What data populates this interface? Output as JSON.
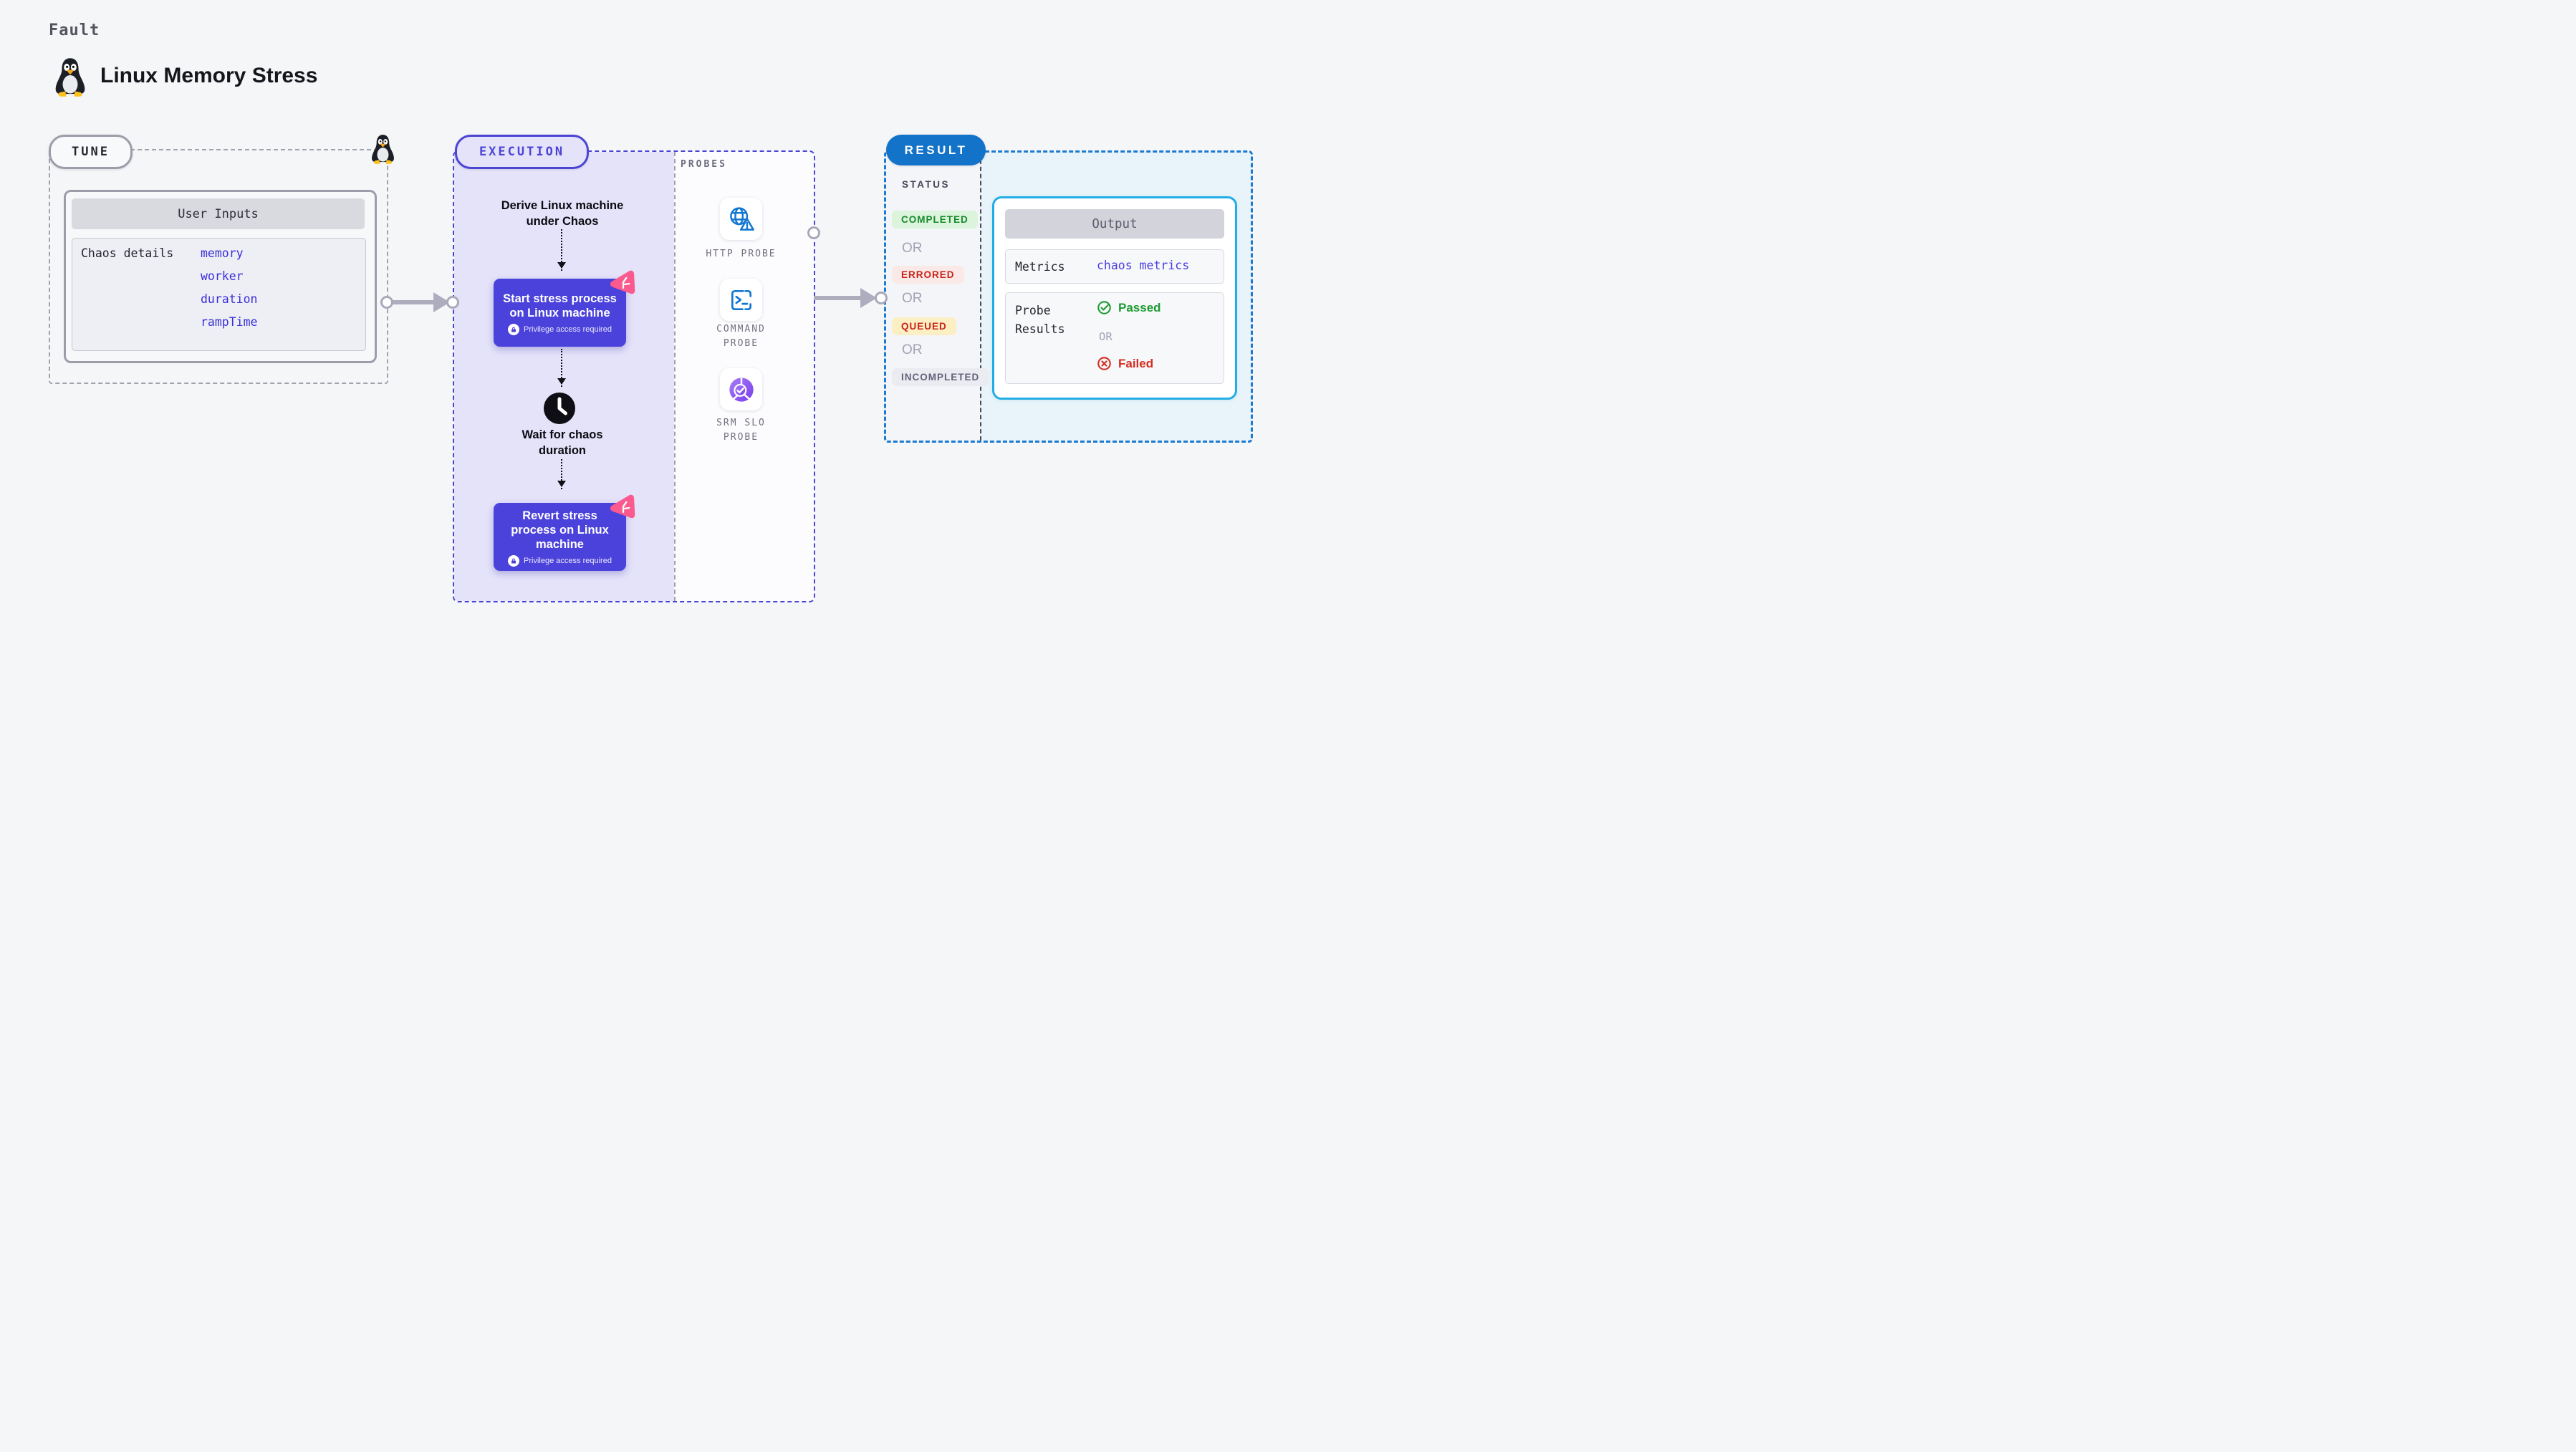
{
  "header": {
    "kicker": "Fault",
    "title": "Linux Memory Stress"
  },
  "tune": {
    "badge": "TUNE",
    "user_inputs": {
      "header": "User Inputs",
      "row_label": "Chaos details",
      "values": [
        "memory",
        "worker",
        "duration",
        "rampTime"
      ]
    }
  },
  "execution": {
    "badge": "EXECUTION",
    "derive_label": "Derive Linux machine under Chaos",
    "start_node": {
      "label": "Start stress process on Linux machine",
      "privilege": "Privilege access required"
    },
    "wait_label": "Wait for chaos duration",
    "revert_node": {
      "label": "Revert stress process on Linux machine",
      "privilege": "Privilege access required"
    },
    "probes": {
      "title": "PROBES",
      "items": [
        {
          "label": "HTTP PROBE",
          "icon": "globe-alert-icon"
        },
        {
          "label": "COMMAND PROBE",
          "icon": "terminal-icon"
        },
        {
          "label": "SRM SLO PROBE",
          "icon": "slo-donut-check-icon"
        }
      ]
    }
  },
  "result": {
    "badge": "RESULT",
    "status_label": "STATUS",
    "or_label": "OR",
    "statuses": [
      {
        "label": "COMPLETED",
        "fg": "#168a2b",
        "bg": "#dcf3dc"
      },
      {
        "label": "ERRORED",
        "fg": "#c9241a",
        "bg": "#fbe9e8"
      },
      {
        "label": "QUEUED",
        "fg": "#c9241a",
        "bg": "#fcefc3"
      },
      {
        "label": "INCOMPLETED",
        "fg": "#62627a",
        "bg": "#ebecf2"
      }
    ],
    "output": {
      "header": "Output",
      "metrics_label": "Metrics",
      "metrics_value": "chaos metrics",
      "probe_results_label": "Probe Results",
      "passed": "Passed",
      "or_label": "OR",
      "failed": "Failed"
    }
  },
  "colors": {
    "page_bg": "#f5f6f8",
    "node_indigo": "#4b42db",
    "execution_border": "#4c45d4",
    "execution_fill": "#e4e3f9",
    "result_blue": "#1273c9",
    "result_border": "#1b7ad1",
    "output_border": "#22ade5",
    "pink_badge": "#fa5a8e",
    "probe_icon_blue": "#1477d0",
    "srm_purple": "#8a53f0",
    "link_blue": "#4a3fe0",
    "passed_green": "#1d9b31",
    "failed_red": "#d42d1f",
    "arrow_grey": "#adadbd"
  }
}
